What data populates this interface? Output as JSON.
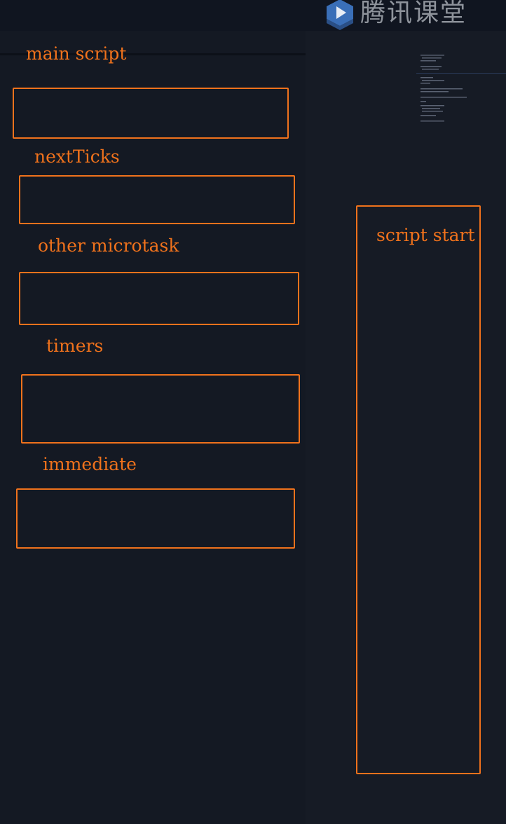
{
  "watermark": {
    "text": "腾讯课堂",
    "logo_icon": "tencent-classroom-play-icon"
  },
  "labels": {
    "main_script": "main script",
    "next_ticks": "nextTicks",
    "other_microtask": "other microtask",
    "timers": "timers",
    "immediate": "immediate",
    "output_title": "script start"
  },
  "colors": {
    "accent": "#f0721c",
    "background": "#141923"
  }
}
